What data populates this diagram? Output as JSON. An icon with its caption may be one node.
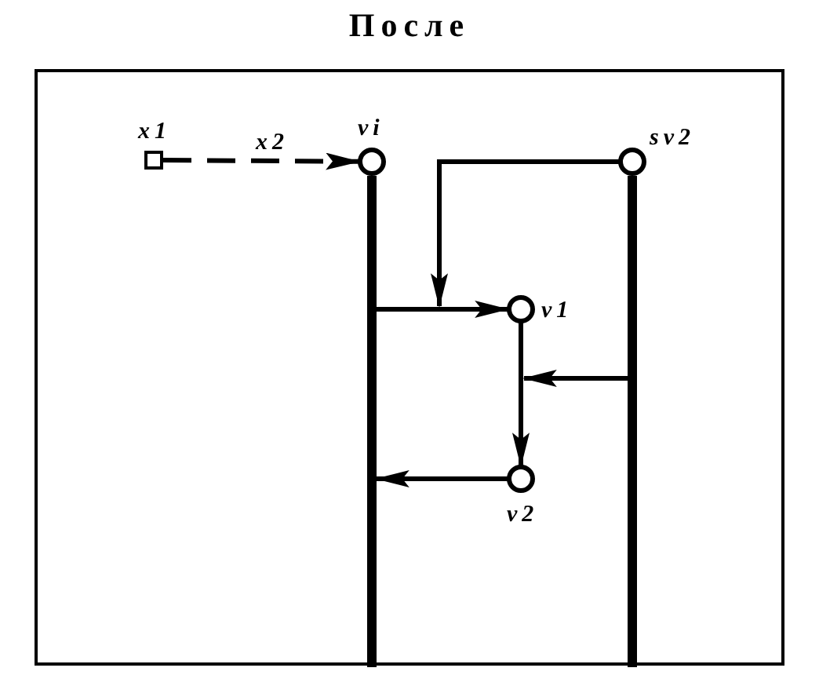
{
  "diagram": {
    "title": "После",
    "nodes": [
      {
        "text": [
          "x1"
        ]
      },
      {
        "text": [
          "vi"
        ]
      },
      {
        "text": [
          "sv2"
        ]
      },
      {
        "text": [
          "v1"
        ]
      },
      {
        "text": [
          "v2"
        ]
      },
      {
        "text": [],
        "shape": "bar"
      },
      {
        "text": [],
        "shape": "bar"
      }
    ],
    "edges": [
      {
        "from": 0,
        "to": 1,
        "arrow": "to",
        "label": "x2",
        "style": "dashed"
      },
      {
        "from": 2,
        "to": null,
        "arrow": "to"
      },
      {
        "from": 5,
        "to": 3,
        "arrow": "to"
      },
      {
        "from": 3,
        "to": 4,
        "arrow": "to"
      },
      {
        "from": 6,
        "to": null,
        "arrow": "to"
      },
      {
        "from": 4,
        "to": 5,
        "arrow": "to"
      }
    ]
  }
}
